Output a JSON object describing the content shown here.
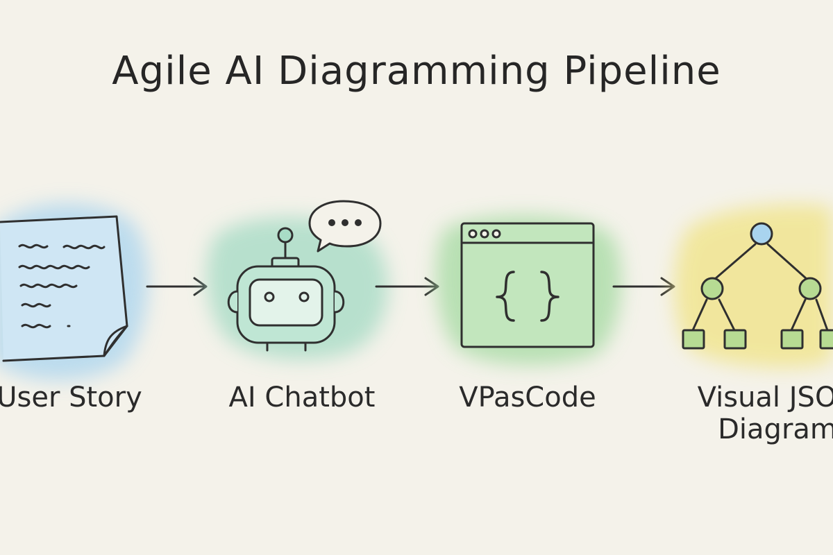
{
  "title": "Agile AI Diagramming Pipeline",
  "steps": [
    {
      "label": "User Story",
      "icon": "document-icon",
      "color": "#a9d4ef"
    },
    {
      "label": "AI Chatbot",
      "icon": "robot-icon",
      "color": "#a8dcc6"
    },
    {
      "label": "VPasCode",
      "icon": "code-window-icon",
      "color": "#a9dca6"
    },
    {
      "label": "Visual JSON Diagram",
      "icon": "tree-diagram-icon",
      "color": "#f1e590"
    }
  ],
  "colors": {
    "ink": "#2f2f2f",
    "background": "#f4f2ea"
  }
}
